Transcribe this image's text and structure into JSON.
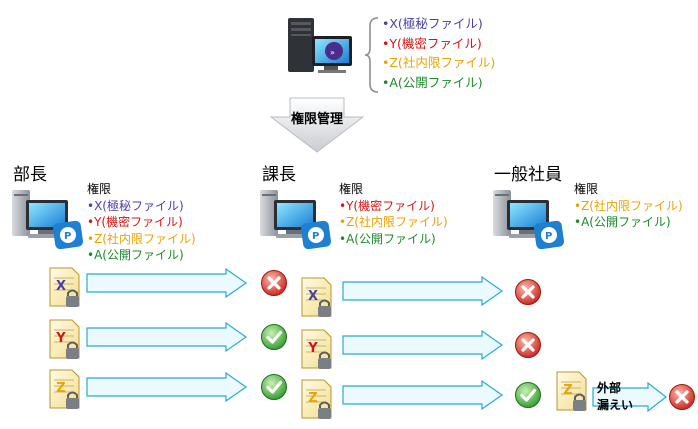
{
  "server": {
    "files": [
      {
        "text": "•X(極秘ファイル)",
        "color": "x"
      },
      {
        "text": "•Y(機密ファイル)",
        "color": "y"
      },
      {
        "text": "•Z(社内限ファイル)",
        "color": "z"
      },
      {
        "text": "•A(公開ファイル)",
        "color": "a"
      }
    ]
  },
  "management_label": "権限管理",
  "roles": [
    {
      "title": "部長",
      "perm_heading": "権限",
      "perms": [
        "•X(極秘ファイル)",
        "•Y(機密ファイル)",
        "•Z(社内限ファイル)",
        "•A(公開ファイル)"
      ]
    },
    {
      "title": "課長",
      "perm_heading": "権限",
      "perms": [
        "•Y(機密ファイル)",
        "•Z(社内限ファイル)",
        "•A(公開ファイル)"
      ]
    },
    {
      "title": "一般社員",
      "perm_heading": "権限",
      "perms": [
        "•Z(社内限ファイル)",
        "•A(公開ファイル)"
      ]
    }
  ],
  "documents": [
    {
      "letter": "X",
      "color": "#4b3fa6"
    },
    {
      "letter": "Y",
      "color": "#d41515"
    },
    {
      "letter": "Z",
      "color": "#e8a400"
    }
  ],
  "results": {
    "kacho": [
      "deny",
      "allow",
      "allow"
    ],
    "ippan": [
      "deny",
      "deny",
      "allow"
    ],
    "leak": "deny"
  },
  "leak_label": [
    "外部",
    "漏えい"
  ],
  "colors": {
    "x": "#4b3fa6",
    "y": "#d41515",
    "z": "#e8a400",
    "a": "#1c8a2b",
    "arrow_fill": "#eafaff",
    "arrow_stroke": "#2aa9d6",
    "allow": "#3daa3a",
    "deny": "#d8392f"
  },
  "icons": [
    "server-icon",
    "pc-icon",
    "document-icon",
    "allow-icon",
    "deny-icon",
    "down-arrow-icon",
    "flow-arrow-icon"
  ]
}
